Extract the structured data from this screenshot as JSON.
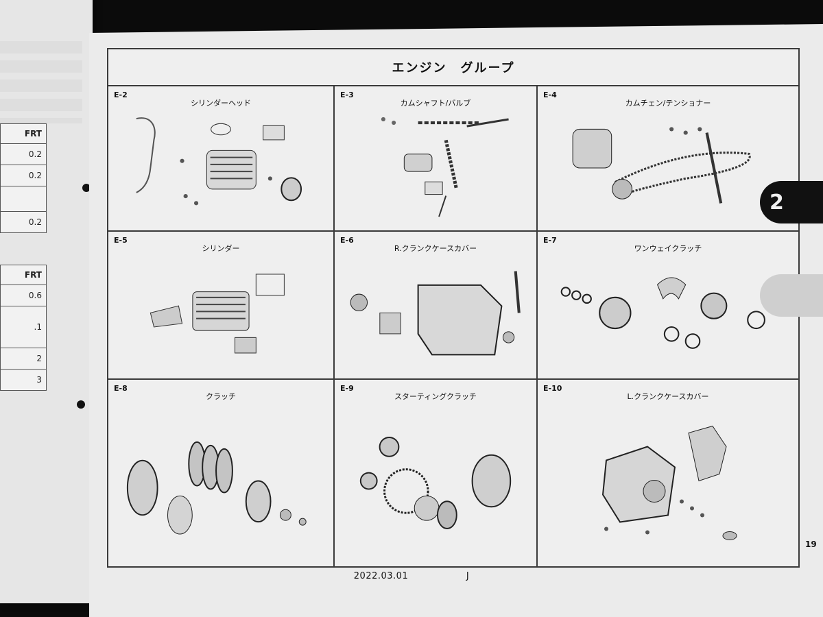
{
  "left_page": {
    "table1": {
      "header": "FRT",
      "rows": [
        "0.2",
        "0.2",
        "",
        "0.2"
      ]
    },
    "table2": {
      "header": "FRT",
      "rows": [
        "0.6",
        ".1",
        "2",
        "3"
      ]
    }
  },
  "header": {
    "title": "エンジン　グループ"
  },
  "cells": [
    {
      "code": "E-2",
      "title": "シリンダーヘッド"
    },
    {
      "code": "E-3",
      "title": "カムシャフト/バルブ"
    },
    {
      "code": "E-4",
      "title": "カムチェン/テンショナー"
    },
    {
      "code": "E-5",
      "title": "シリンダー"
    },
    {
      "code": "E-6",
      "title": "R.クランクケースカバー"
    },
    {
      "code": "E-7",
      "title": "ワンウェイクラッチ"
    },
    {
      "code": "E-8",
      "title": "クラッチ"
    },
    {
      "code": "E-9",
      "title": "スターティングクラッチ"
    },
    {
      "code": "E-10",
      "title": "L.クランクケースカバー"
    }
  ],
  "page_number": "19",
  "section_tab": "2",
  "footer_date": "2022.03.01",
  "footer_suffix": "J",
  "colors": {
    "page": "#ebebeb",
    "line": "#3a3a3a",
    "background": "#0b0b0b",
    "tab": "#111111"
  },
  "icons": [
    "exploded-parts-diagram"
  ]
}
